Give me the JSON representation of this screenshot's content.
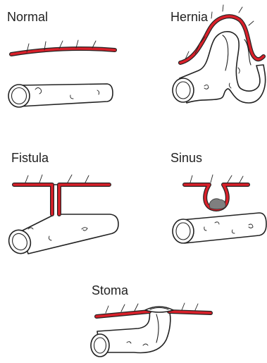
{
  "panels": [
    {
      "id": "normal",
      "label": "Normal"
    },
    {
      "id": "hernia",
      "label": "Hernia"
    },
    {
      "id": "fistula",
      "label": "Fistula"
    },
    {
      "id": "sinus",
      "label": "Sinus"
    },
    {
      "id": "stoma",
      "label": "Stoma"
    }
  ],
  "colors": {
    "abdominal_wall": "#d9202a",
    "wall_edge": "#222222",
    "bowel_fill": "#ffffff",
    "bowel_outline": "#222222",
    "sinus_debris": "#7f7f7f",
    "background": "#ffffff"
  }
}
